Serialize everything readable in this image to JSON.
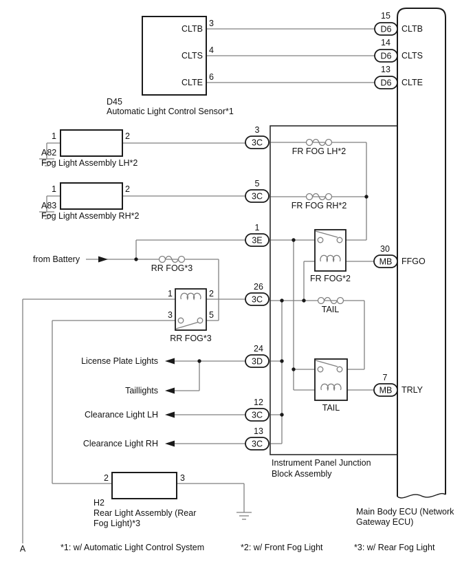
{
  "diagram": {
    "sensor": {
      "code": "D45",
      "name": "Automatic Light Control Sensor*1",
      "pins": [
        {
          "pin": "3",
          "signal": "CLTB"
        },
        {
          "pin": "4",
          "signal": "CLTS"
        },
        {
          "pin": "6",
          "signal": "CLTE"
        }
      ]
    },
    "ecu": {
      "name1": "Main Body ECU (Network",
      "name2": "Gateway ECU)",
      "connectors": [
        {
          "pin": "15",
          "code": "D6",
          "signal": "CLTB"
        },
        {
          "pin": "14",
          "code": "D6",
          "signal": "CLTS"
        },
        {
          "pin": "13",
          "code": "D6",
          "signal": "CLTE"
        },
        {
          "pin": "30",
          "code": "MB",
          "signal": "FFGO"
        },
        {
          "pin": "7",
          "code": "MB",
          "signal": "TRLY"
        }
      ]
    },
    "fog_lh": {
      "code": "A82",
      "name": "Fog Light Assembly LH*2",
      "pin1": "1",
      "pin2": "2"
    },
    "fog_rh": {
      "code": "A83",
      "name": "Fog Light Assembly RH*2",
      "pin1": "1",
      "pin2": "2"
    },
    "rear_light": {
      "code": "H2",
      "name1": "Rear Light Assembly (Rear",
      "name2": "Fog Light)*3",
      "pin2": "2",
      "pin3": "3"
    },
    "battery": {
      "label": "from Battery",
      "fuse": "RR FOG*3"
    },
    "rr_relay": {
      "label": "RR FOG*3",
      "p1": "1",
      "p2": "2",
      "p3": "3",
      "p5": "5"
    },
    "junction_block": {
      "name1": "Instrument Panel Junction",
      "name2": "Block Assembly",
      "connectors": [
        {
          "pin": "3",
          "code": "3C"
        },
        {
          "pin": "5",
          "code": "3C"
        },
        {
          "pin": "1",
          "code": "3E"
        },
        {
          "pin": "26",
          "code": "3C"
        },
        {
          "pin": "24",
          "code": "3D"
        },
        {
          "pin": "12",
          "code": "3C"
        },
        {
          "pin": "13",
          "code": "3C"
        }
      ],
      "fuses": [
        "FR FOG LH*2",
        "FR FOG RH*2",
        "TAIL"
      ],
      "relays": [
        "FR FOG*2",
        "TAIL"
      ]
    },
    "outputs": [
      "License Plate Lights",
      "Taillights",
      "Clearance Light LH",
      "Clearance Light RH"
    ],
    "page_ref": "A",
    "footnotes": [
      "*1: w/ Automatic Light Control System",
      "*2: w/ Front Fog Light",
      "*3: w/ Rear Fog Light"
    ],
    "colors": {
      "wire": "#7f7f7f",
      "outline": "#1a1a1a",
      "background": "#ffffff"
    }
  }
}
